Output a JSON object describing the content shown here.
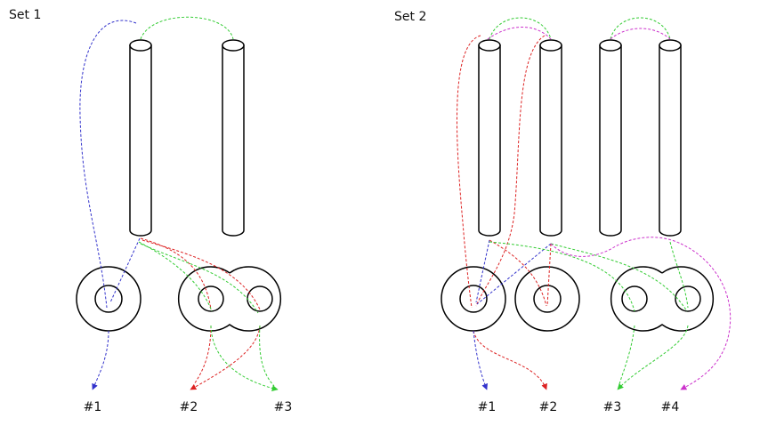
{
  "sets": [
    {
      "title": "Set 1",
      "outputs": [
        "#1",
        "#2",
        "#3"
      ]
    },
    {
      "title": "Set 2",
      "outputs": [
        "#1",
        "#2",
        "#3",
        "#4"
      ]
    }
  ],
  "colors": {
    "blue": "#3333cc",
    "red": "#dd2222",
    "green": "#33cc33",
    "magenta": "#cc33cc"
  }
}
